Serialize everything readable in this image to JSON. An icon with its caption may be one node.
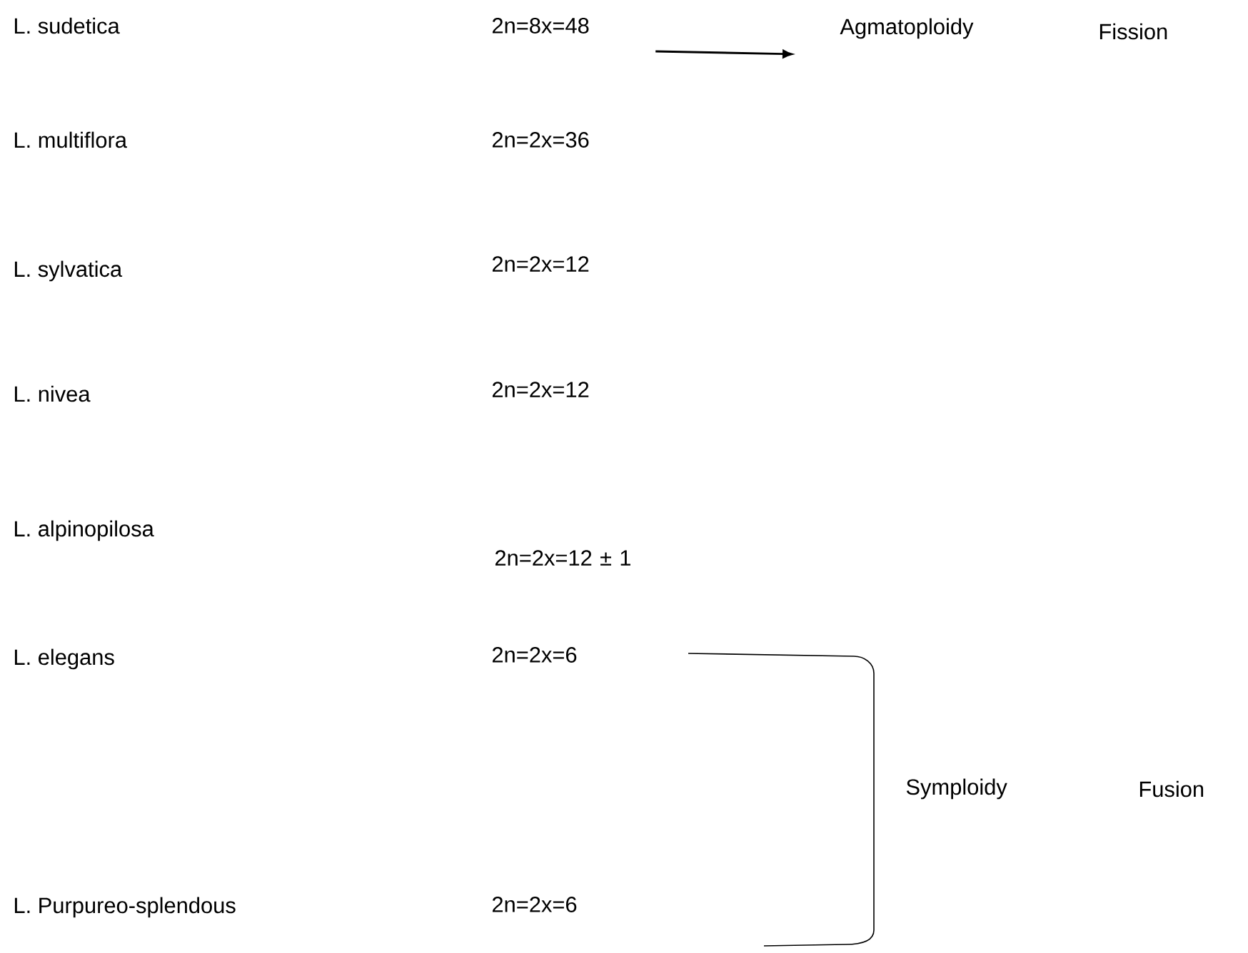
{
  "diagram": {
    "nodes": [
      {
        "text": [
          "2n=8x=48"
        ]
      },
      {
        "text": [
          "Agmatoploidy"
        ]
      }
    ],
    "edges": [
      {
        "from": 0,
        "to": 1,
        "arrow": "to"
      }
    ],
    "labels": [
      "L. sudetica",
      "Fission",
      "L. multiflora",
      "2n=2x=36",
      "L. sylvatica",
      "2n=2x=12",
      "L. nivea",
      "2n=2x=12",
      "L. alpinopilosa",
      "2n=2x=12 ± 1",
      "L. elegans",
      "2n=2x=6",
      "Symploidy",
      "Fusion",
      "L. Purpureo-splendous",
      "2n=2x=6"
    ]
  }
}
